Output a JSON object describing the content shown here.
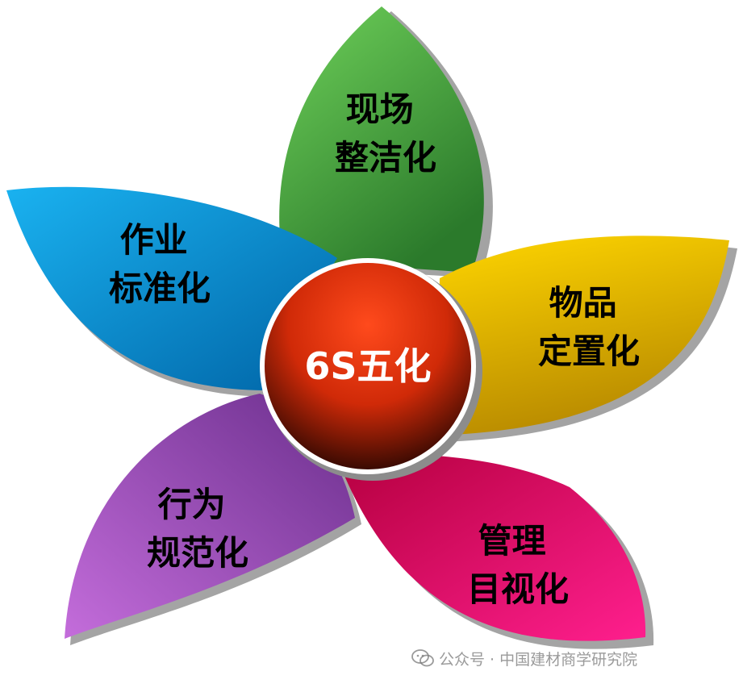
{
  "center": {
    "label": "6S五化",
    "color": "#d42a0a"
  },
  "petals": [
    {
      "id": "green",
      "lines": [
        "现场",
        "整洁化"
      ],
      "colors": [
        "#5cc24f",
        "#2e7d2e"
      ]
    },
    {
      "id": "yellow",
      "lines": [
        "物品",
        "定置化"
      ],
      "colors": [
        "#ffd200",
        "#b88a00"
      ]
    },
    {
      "id": "pink",
      "lines": [
        "管理",
        "目视化"
      ],
      "colors": [
        "#ff1f8e",
        "#b0003c"
      ]
    },
    {
      "id": "purple",
      "lines": [
        "行为",
        "规范化"
      ],
      "colors": [
        "#c06ad8",
        "#6a2e8c"
      ]
    },
    {
      "id": "blue",
      "lines": [
        "作业",
        "标准化"
      ],
      "colors": [
        "#1aa9ea",
        "#0067a8"
      ]
    }
  ],
  "watermark": {
    "text": "公众号 · 中国建材商学研究院"
  }
}
